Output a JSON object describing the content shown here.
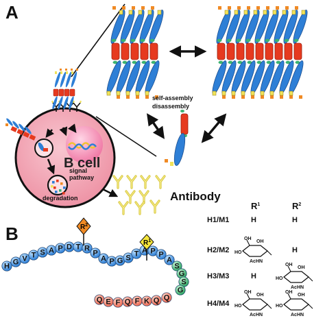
{
  "panels": {
    "a": "A",
    "b": "B"
  },
  "panel_a": {
    "assembly_label_1": "self-assembly",
    "assembly_label_2": "disassembly",
    "cell_label": "B cell",
    "signal_label_1": "signal",
    "signal_label_2": "pathway",
    "degradation_label": "degradation",
    "antibody_label": "Antibody"
  },
  "panel_b": {
    "r_marks": {
      "r2": "R",
      "r2_sup": "2",
      "r1": "R",
      "r1_sup": "1"
    },
    "blue_sequence": [
      "H",
      "G",
      "V",
      "T",
      "S",
      "A",
      "P",
      "D",
      "T",
      "R",
      "P",
      "A",
      "P",
      "G",
      "S",
      "T",
      "A",
      "P",
      "P",
      "A"
    ],
    "green_sequence": [
      "S",
      "G",
      "S",
      "G"
    ],
    "red_sequence": [
      "Q",
      "E",
      "F",
      "Q",
      "F",
      "K",
      "Q",
      "Q"
    ],
    "table": {
      "col_r1": "R",
      "col_r1_sup": "1",
      "col_r2": "R",
      "col_r2_sup": "2",
      "rows": [
        {
          "label": "H1/M1",
          "r1": "H",
          "r2": "H"
        },
        {
          "label": "H2/M2",
          "r1": "sugar",
          "r2": "H"
        },
        {
          "label": "H3/M3",
          "r1": "H",
          "r2": "sugar"
        },
        {
          "label": "H4/M4",
          "r1": "sugar",
          "r2": "sugar"
        }
      ],
      "sugar_labels": {
        "oh": "OH",
        "ho": "HO",
        "achn": "AcHN"
      }
    }
  },
  "colors": {
    "blue": "#2e7fd6",
    "red": "#e63a1f",
    "green": "#3cb371",
    "yellow": "#f1e35a",
    "orange": "#f08a24",
    "pink": "#f4a8b4",
    "salmon": "#f58c7a"
  }
}
